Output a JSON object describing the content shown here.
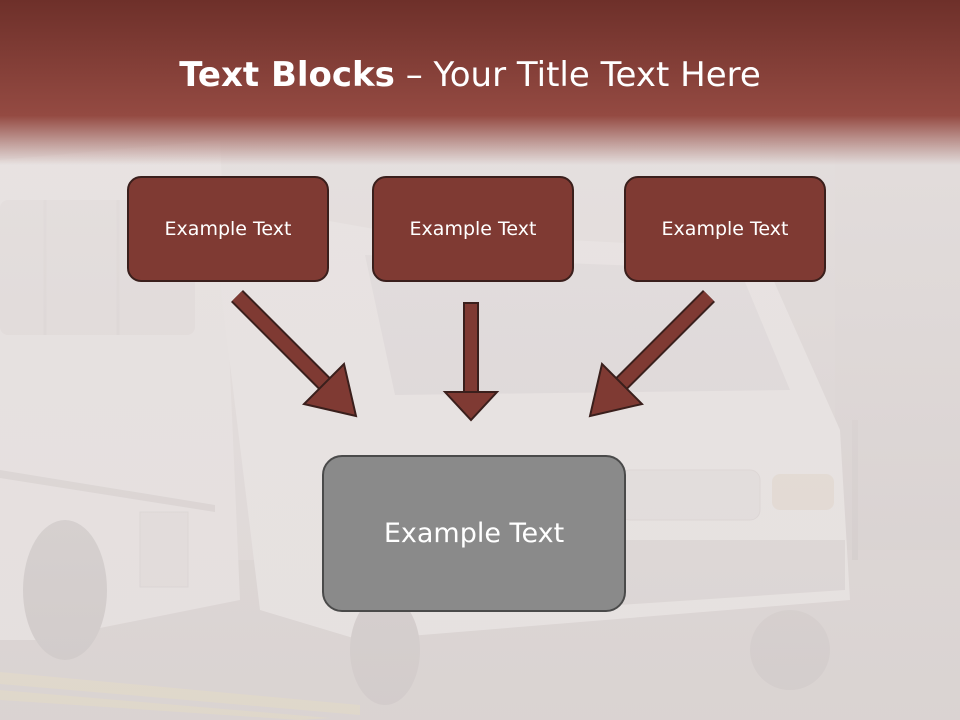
{
  "slide": {
    "title_bold": "Text Blocks",
    "title_rest": " – Your Title Text Here",
    "blocks": [
      {
        "label": "Example Text"
      },
      {
        "label": "Example Text"
      },
      {
        "label": "Example Text"
      }
    ],
    "target": {
      "label": "Example Text"
    }
  },
  "colors": {
    "header_band": "#8c4038",
    "box_fill": "#7f3a33",
    "box_border": "#3a1f1c",
    "target_fill": "#8a8a8a",
    "arrow_fill": "#7f3a33"
  }
}
